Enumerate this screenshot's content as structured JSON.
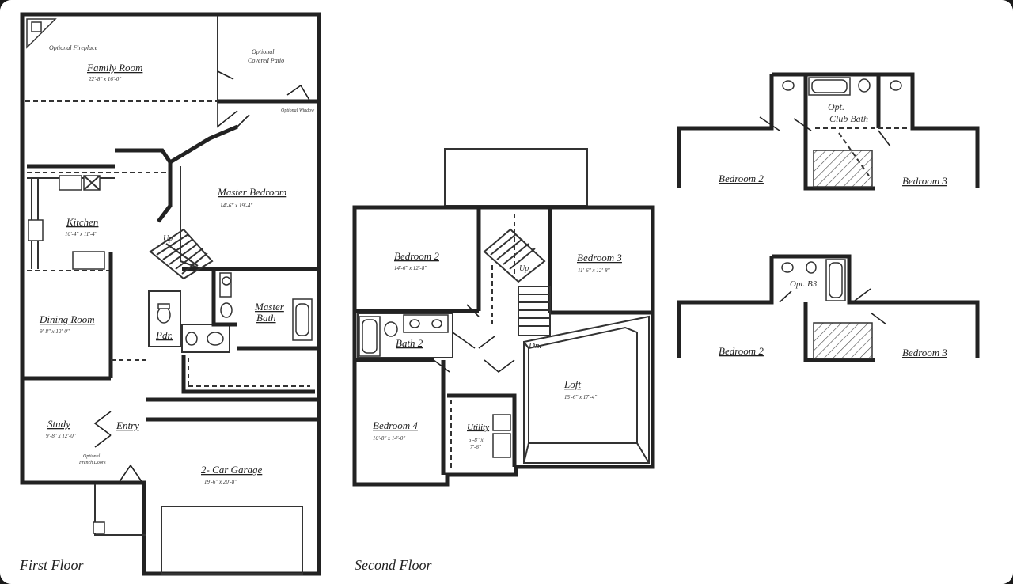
{
  "floors": {
    "first": "First Floor",
    "second": "Second Floor"
  },
  "first_floor": {
    "family_room": {
      "name": "Family Room",
      "dim": "22'-8\" x 16'-0\""
    },
    "fireplace_note": "Optional Fireplace",
    "patio_note": [
      "Optional",
      "Covered Patio"
    ],
    "window_note": "Optional Window",
    "master_bedroom": {
      "name": "Master Bedroom",
      "dim": "14'-6\" x 19'-4\""
    },
    "kitchen": {
      "name": "Kitchen",
      "dim": "10'-4\" x 11'-4\""
    },
    "dining_room": {
      "name": "Dining Room",
      "dim": "9'-8\" x 12'-0\""
    },
    "master_bath": [
      "Master",
      "Bath"
    ],
    "pdr": "Pdr.",
    "study": {
      "name": "Study",
      "dim": "9'-8\" x 12'-0\""
    },
    "study_note": [
      "Optional",
      "French Doors"
    ],
    "entry": "Entry",
    "garage": {
      "name": "2- Car Garage",
      "dim": "19'-6\" x 20'-8\""
    },
    "stairs_up": "Up"
  },
  "second_floor": {
    "bedroom2": {
      "name": "Bedroom 2",
      "dim": "14'-6\" x 12'-8\""
    },
    "bedroom3": {
      "name": "Bedroom 3",
      "dim": "11'-6\" x 12'-8\""
    },
    "bath2": "Bath 2",
    "bedroom4": {
      "name": "Bedroom 4",
      "dim": "10'-8\" x 14'-0\""
    },
    "utility": {
      "name": "Utility",
      "dim": [
        "5'-8\" x",
        "7'-6\""
      ]
    },
    "loft": {
      "name": "Loft",
      "dim": "15'-6\" x 17'-4\""
    },
    "stairs_dn": "Dn.",
    "stairs_up": "Up"
  },
  "option_a": {
    "bath": [
      "Opt.",
      "Club Bath"
    ],
    "bedroom2": "Bedroom 2",
    "bedroom3": "Bedroom 3"
  },
  "option_b": {
    "bath": "Opt. B3",
    "bedroom2": "Bedroom 2",
    "bedroom3": "Bedroom 3"
  }
}
